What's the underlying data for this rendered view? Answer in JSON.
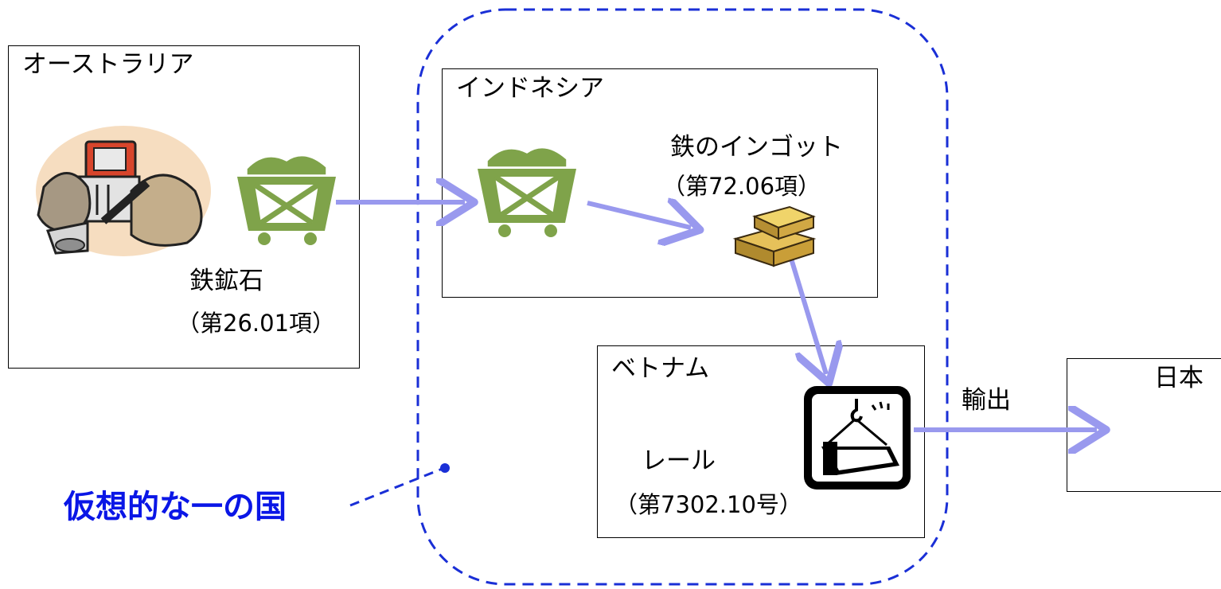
{
  "countries": {
    "australia": "オーストラリア",
    "indonesia": "インドネシア",
    "vietnam": "ベトナム",
    "japan": "日本"
  },
  "products": {
    "iron_ore": {
      "name": "鉄鉱石",
      "code": "（第26.01項）"
    },
    "ingot": {
      "name": "鉄のインゴット",
      "code": "（第72.06項）"
    },
    "rail": {
      "name": "レール",
      "code": "（第7302.10号）"
    }
  },
  "export_label": "輸出",
  "virtual_country_label": "仮想的な一の国",
  "colors": {
    "arrow": "#9999ee",
    "dashed_region": "#1a2fd6",
    "callout_text": "#0a16e6",
    "cart_green": "#7fa34a"
  },
  "icons": [
    "excavator-icon",
    "ore-cart-icon",
    "gold-ingot-icon",
    "steel-beam-crane-icon"
  ]
}
